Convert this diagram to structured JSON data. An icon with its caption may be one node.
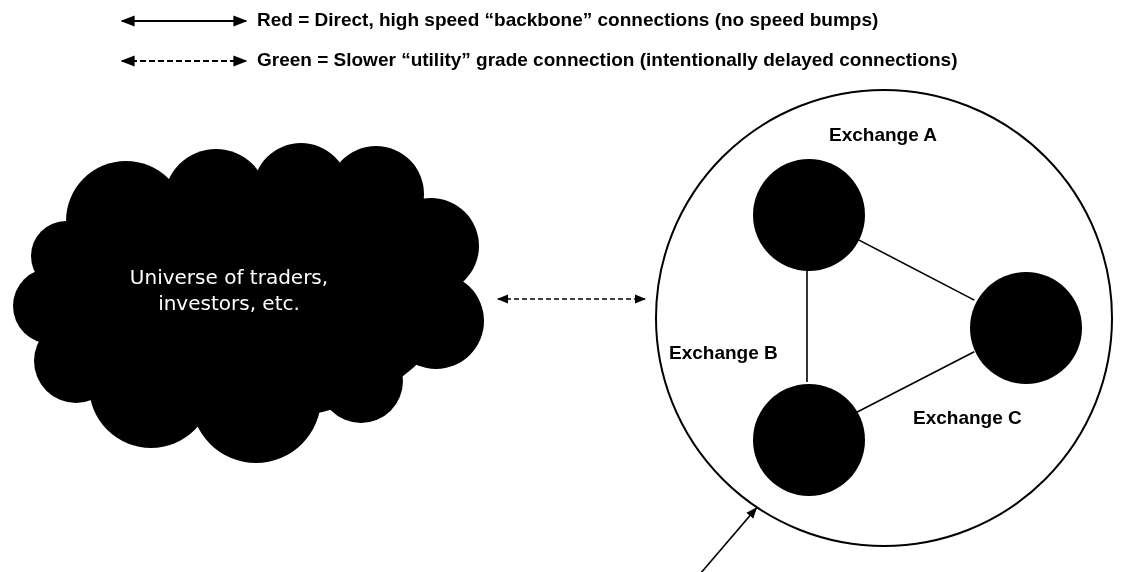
{
  "diagram": {
    "nodes": [
      {
        "text": [
          "Universe of traders, investors, etc."
        ]
      },
      {
        "text": [],
        "shape": "circle"
      },
      {
        "text": [],
        "shape": "circle",
        "in": 1,
        "beside": [
          "Exchange A"
        ]
      },
      {
        "text": [],
        "shape": "circle",
        "in": 1,
        "beside": [
          "Exchange C"
        ]
      },
      {
        "text": [],
        "shape": "circle",
        "in": 1,
        "beside": [
          "Exchange B"
        ]
      }
    ],
    "edges": [
      {
        "from": 0,
        "to": 1,
        "arrow": "both",
        "style": "dashed"
      },
      {
        "from": 2,
        "to": 3,
        "arrow": "none"
      },
      {
        "from": 2,
        "to": 4,
        "arrow": "none"
      },
      {
        "from": 4,
        "to": 3,
        "arrow": "none"
      },
      {
        "from": null,
        "to": 1,
        "arrow": "to"
      }
    ],
    "legend": [
      {
        "text": "Red = Direct, high speed “backbone” connections (no speed bumps)"
      },
      {
        "text": "Green = Slower “utility” grade connection (intentionally delayed connections)"
      }
    ]
  }
}
